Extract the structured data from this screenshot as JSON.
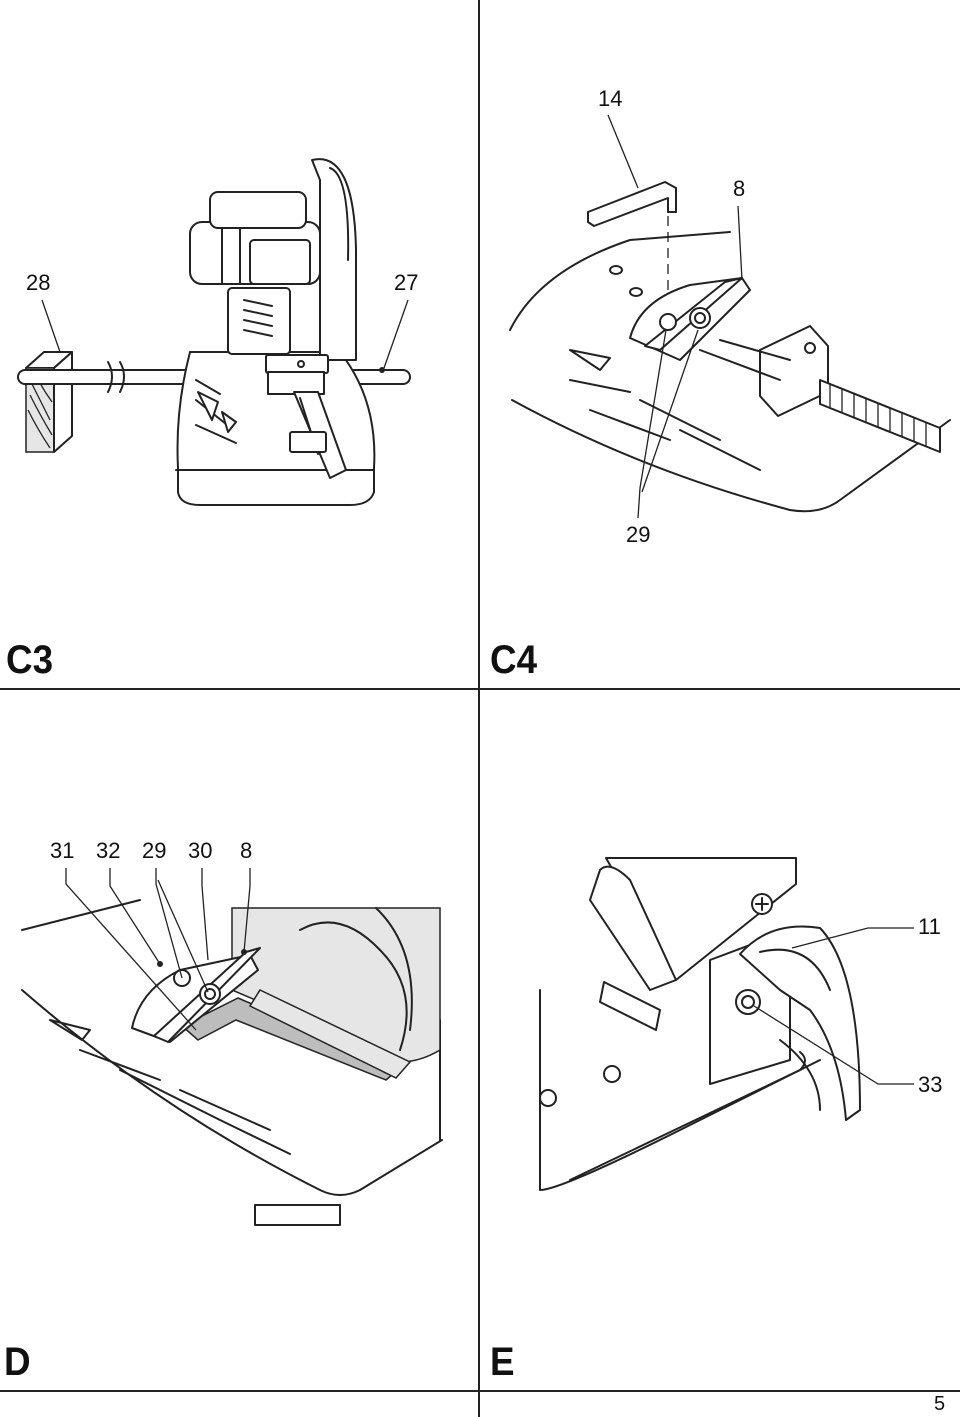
{
  "figures": {
    "c3": {
      "label": "C3",
      "callouts": [
        "28",
        "27"
      ]
    },
    "c4": {
      "label": "C4",
      "callouts": [
        "14",
        "8",
        "29"
      ]
    },
    "d": {
      "label": "D",
      "callouts": [
        "31",
        "32",
        "29",
        "30",
        "8"
      ]
    },
    "e": {
      "label": "E",
      "callouts": [
        "11",
        "33"
      ]
    }
  },
  "page": {
    "number": "5"
  }
}
